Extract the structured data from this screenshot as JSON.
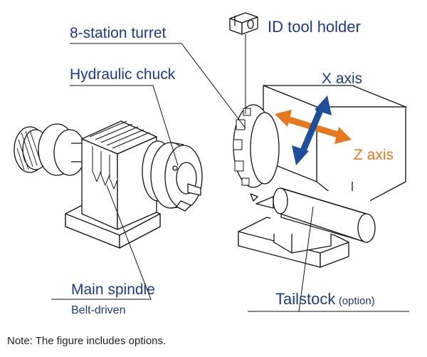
{
  "labels": {
    "turret": "8-station turret",
    "chuck": "Hydraulic chuck",
    "id_holder": "ID tool holder",
    "x_axis": "X axis",
    "z_axis": "Z axis",
    "main_spindle": "Main spindle",
    "belt": "Belt-driven",
    "tailstock": "Tailstock",
    "tailstock_option": "(option)"
  },
  "note": "Note: The figure includes options.",
  "colors": {
    "label": "#1b3a8c",
    "x_arrow": "#1f4e9a",
    "z_arrow": "#e8781e",
    "line": "#111111"
  }
}
